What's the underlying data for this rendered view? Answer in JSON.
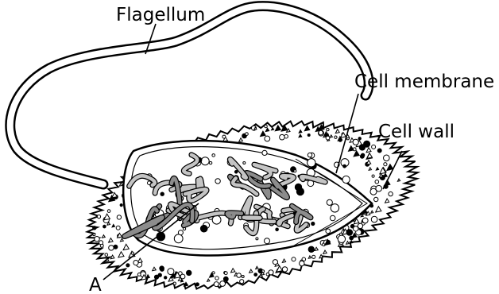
{
  "labels": {
    "flagellum": "Flagellum",
    "cell_membrane": "Cell membrane",
    "cell_wall": "Cell wall",
    "a": "A"
  },
  "colors": {
    "ink": "#000000",
    "membrane_fill": "#ffffff",
    "nucleoid_dark": "#8c8c8c",
    "nucleoid_light": "#c4c4c4"
  }
}
